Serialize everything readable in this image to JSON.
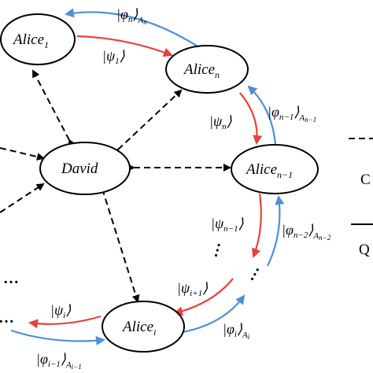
{
  "colors": {
    "red": "#e8413c",
    "blue": "#4f8fd6",
    "black": "#000000"
  },
  "nodes": {
    "alice1": {
      "name": "Alice",
      "sub": "1"
    },
    "alicen": {
      "name": "Alice",
      "sub": "n"
    },
    "david": {
      "name": "David"
    },
    "alicen1": {
      "name": "Alice",
      "sub": "n−1"
    },
    "alicei": {
      "name": "Alice",
      "sub": "i"
    }
  },
  "states": {
    "phi_n": {
      "open": "|",
      "sym": "φ",
      "idx": "n",
      "close": "⟩",
      "sub": "A",
      "subsub": "n"
    },
    "psi_1": {
      "open": "|",
      "sym": "ψ",
      "idx": "1",
      "close": "⟩"
    },
    "psi_n": {
      "open": "|",
      "sym": "ψ",
      "idx": "n",
      "close": "⟩"
    },
    "phi_n1": {
      "open": "|",
      "sym": "φ",
      "idx": "n−1",
      "close": "⟩",
      "sub": "A",
      "subsub": "n−1"
    },
    "psi_n1": {
      "open": "|",
      "sym": "ψ",
      "idx": "n−1",
      "close": "⟩"
    },
    "phi_n2": {
      "open": "|",
      "sym": "φ",
      "idx": "n−2",
      "close": "⟩",
      "sub": "A",
      "subsub": "n−2"
    },
    "psi_i1": {
      "open": "|",
      "sym": "ψ",
      "idx": "i+1",
      "close": "⟩"
    },
    "psi_i": {
      "open": "|",
      "sym": "ψ",
      "idx": "i",
      "close": "⟩"
    },
    "phi_i": {
      "open": "|",
      "sym": "φ",
      "idx": "i",
      "close": "⟩",
      "sub": "A",
      "subsub": "i"
    },
    "phi_i_1": {
      "open": "|",
      "sym": "φ",
      "idx": "i−1",
      "close": "⟩",
      "sub": "A",
      "subsub": "i−1"
    }
  },
  "dots": {
    "d1": "…",
    "d2": "…",
    "d3": "…",
    "d4": "…"
  },
  "legend": {
    "classical_letter": "C",
    "quantum_letter": "Q"
  }
}
